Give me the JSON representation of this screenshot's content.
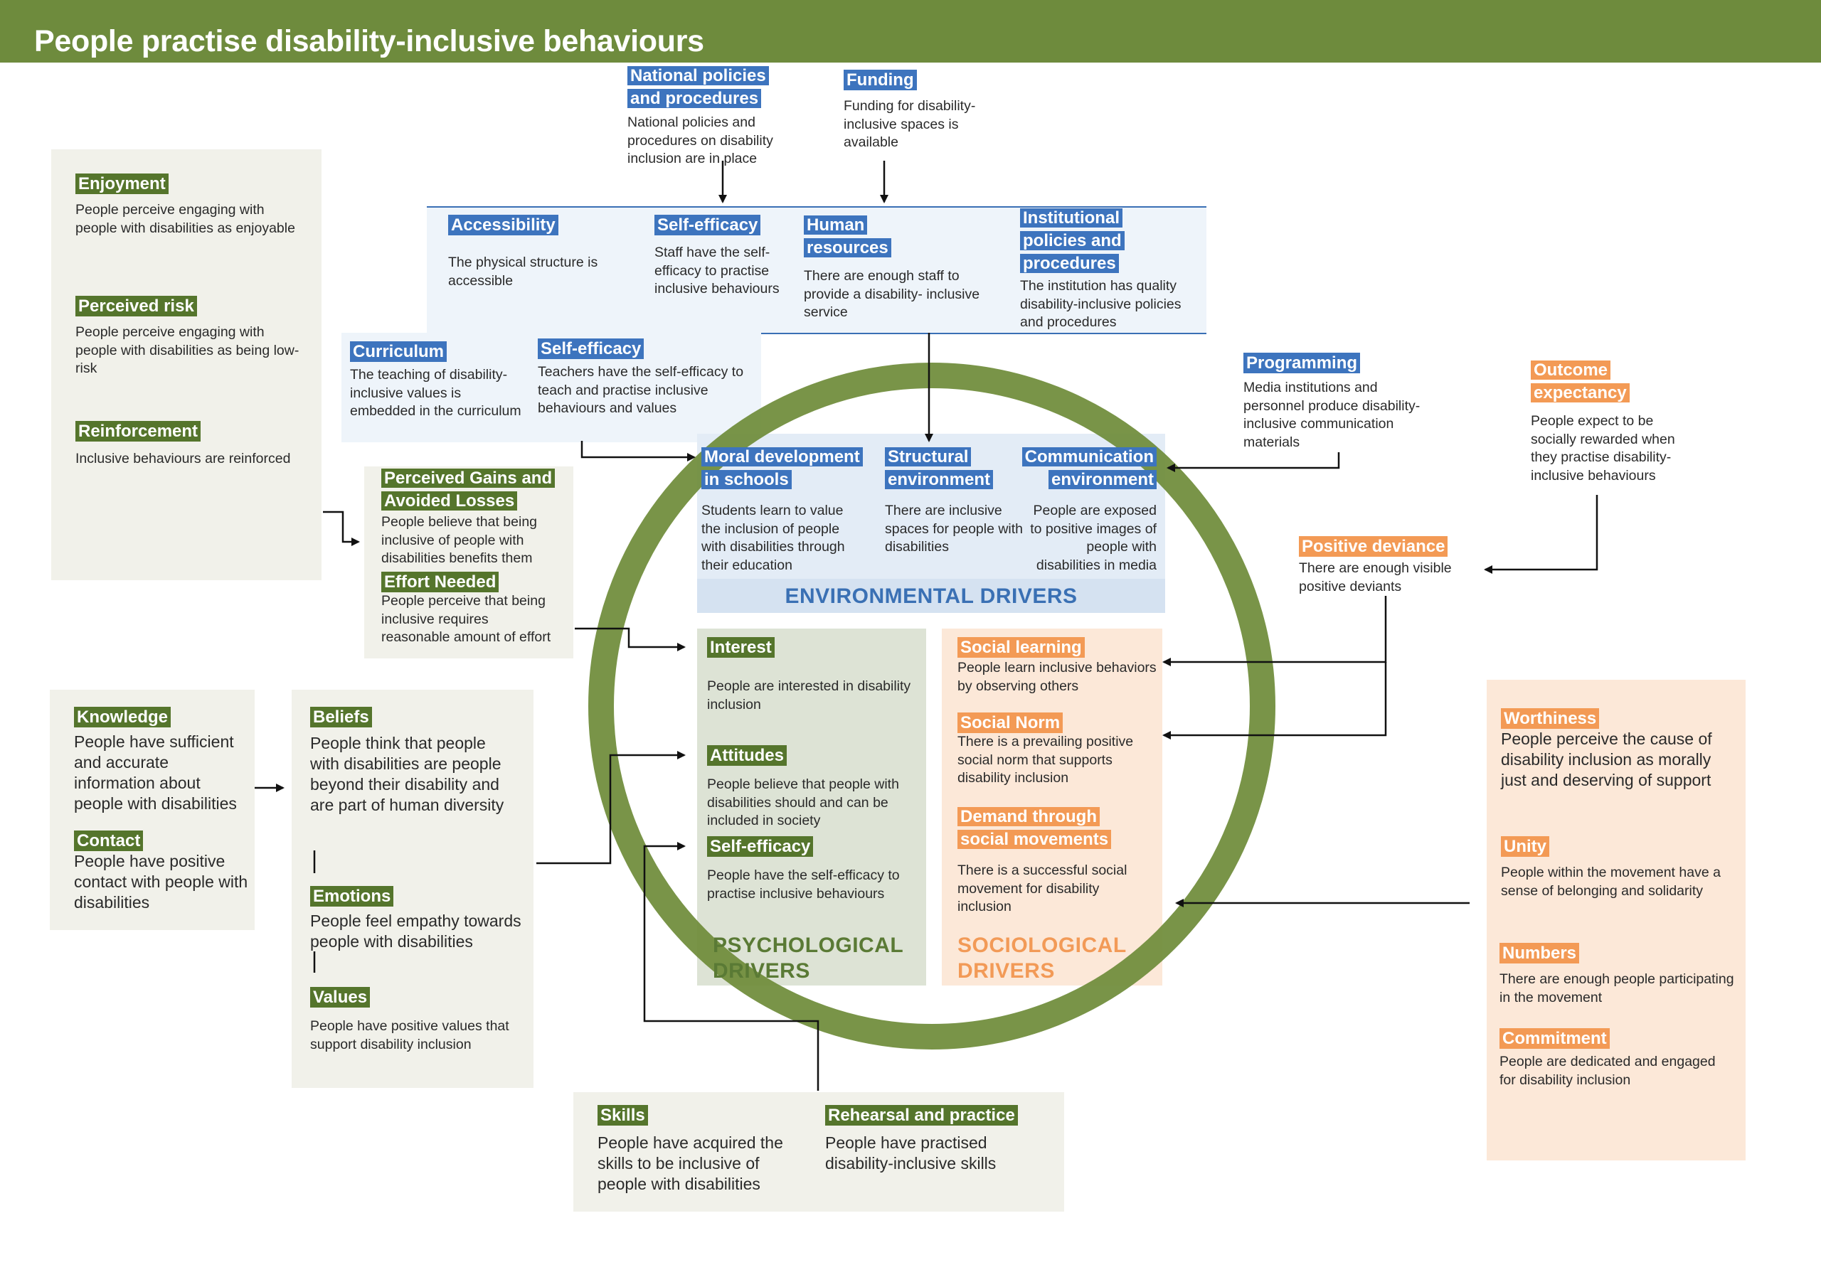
{
  "title": "People practise disability-inclusive behaviours",
  "colors": {
    "banner": "#6e8b3d",
    "green_label": "#55752c",
    "blue_label": "#3d74be",
    "orange_label": "#f39a55",
    "circle": "#6f8c3a"
  },
  "top": {
    "national_policies": {
      "label": "National policies and procedures",
      "text": "National policies and procedures on disability inclusion are in place"
    },
    "funding": {
      "label": "Funding",
      "text": "Funding for disability-inclusive spaces is available"
    }
  },
  "institution": {
    "accessibility": {
      "label": "Accessibility",
      "text": "The physical structure is accessible"
    },
    "self_efficacy": {
      "label": "Self-efficacy",
      "text": "Staff have the self-efficacy to practise inclusive behaviours"
    },
    "human_resources": {
      "label": "Human resources",
      "text": "There are enough staff to provide a disability- inclusive service"
    },
    "institutional_policies": {
      "label": "Institutional policies and procedures",
      "text": "The institution has quality disability-inclusive policies and procedures"
    }
  },
  "school": {
    "curriculum": {
      "label": "Curriculum",
      "text": "The teaching of disability-inclusive values is embedded in the curriculum"
    },
    "self_efficacy": {
      "label": "Self-efficacy",
      "text": "Teachers have the self-efficacy to teach and practise inclusive behaviours and values"
    }
  },
  "left_top": {
    "enjoyment": {
      "label": "Enjoyment",
      "text": "People perceive engaging with people with disabilities as enjoyable"
    },
    "perceived_risk": {
      "label": "Perceived risk",
      "text": "People perceive engaging with people with disabilities as being low-risk"
    },
    "reinforcement": {
      "label": "Reinforcement",
      "text": "Inclusive behaviours are reinforced"
    }
  },
  "gains": {
    "perceived_gains": {
      "label": "Perceived Gains and Avoided Losses",
      "text": "People believe that being inclusive of people with disabilities benefits them"
    },
    "effort_needed": {
      "label": "Effort Needed",
      "text": "People perceive that being inclusive requires reasonable amount of effort"
    }
  },
  "environmental": {
    "moral_development": {
      "label": "Moral development in schools",
      "text": "Students learn to value the inclusion of people with disabilities through their education"
    },
    "structural": {
      "label": "Structural environment",
      "text": "There are inclusive spaces for people with disabilities"
    },
    "communication": {
      "label": "Communication environment",
      "text": "People are exposed to positive images of people with disabilities in media"
    },
    "title": "ENVIRONMENTAL DRIVERS"
  },
  "psychological": {
    "interest": {
      "label": "Interest",
      "text": "People are interested in disability inclusion"
    },
    "attitudes": {
      "label": "Attitudes",
      "text": "People believe that people with disabilities should and can be included in society"
    },
    "self_efficacy": {
      "label": "Self-efficacy",
      "text": "People have the self-efficacy to practise inclusive behaviours"
    },
    "title": "PSYCHOLOGICAL DRIVERS"
  },
  "sociological": {
    "social_learning": {
      "label": "Social learning",
      "text": "People learn inclusive behaviors by observing others"
    },
    "social_norm": {
      "label": "Social Norm",
      "text": "There is a prevailing positive social norm that supports disability inclusion"
    },
    "demand": {
      "label": "Demand through social movements",
      "text": "There is a successful social movement for disability inclusion"
    },
    "title": "SOCIOLOGICAL DRIVERS"
  },
  "programming": {
    "label": "Programming",
    "text": "Media institutions and personnel produce disability-inclusive communication materials"
  },
  "outcome_expectancy": {
    "label": "Outcome expectancy",
    "text": "People expect to be socially rewarded when they practise disability-inclusive behaviours"
  },
  "positive_deviance": {
    "label": "Positive deviance",
    "text": "There are enough visible positive deviants"
  },
  "movement": {
    "worthiness": {
      "label": "Worthiness",
      "text": "People perceive the cause of disability inclusion as morally just and deserving of support"
    },
    "unity": {
      "label": "Unity",
      "text": "People within the movement have a sense of belonging and solidarity"
    },
    "numbers": {
      "label": "Numbers",
      "text": "There are enough people participating in the movement"
    },
    "commitment": {
      "label": "Commitment",
      "text": "People are dedicated and engaged for disability inclusion"
    }
  },
  "knowledge_box": {
    "knowledge": {
      "label": "Knowledge",
      "text": "People have sufficient and accurate information about people with disabilities"
    },
    "contact": {
      "label": "Contact",
      "text": "People have positive contact with people with disabilities"
    }
  },
  "beliefs_box": {
    "beliefs": {
      "label": "Beliefs",
      "text": "People think that people with disabilities are people beyond their disability and are part of human diversity"
    },
    "emotions": {
      "label": "Emotions",
      "text": "People feel empathy towards people with disabilities"
    },
    "values": {
      "label": "Values",
      "text": "People have positive values that support disability inclusion"
    }
  },
  "skills_box": {
    "skills": {
      "label": "Skills",
      "text": "People have acquired the skills to be inclusive of people with disabilities"
    },
    "rehearsal": {
      "label": "Rehearsal and practice",
      "text": "People have practised disability-inclusive skills"
    }
  }
}
